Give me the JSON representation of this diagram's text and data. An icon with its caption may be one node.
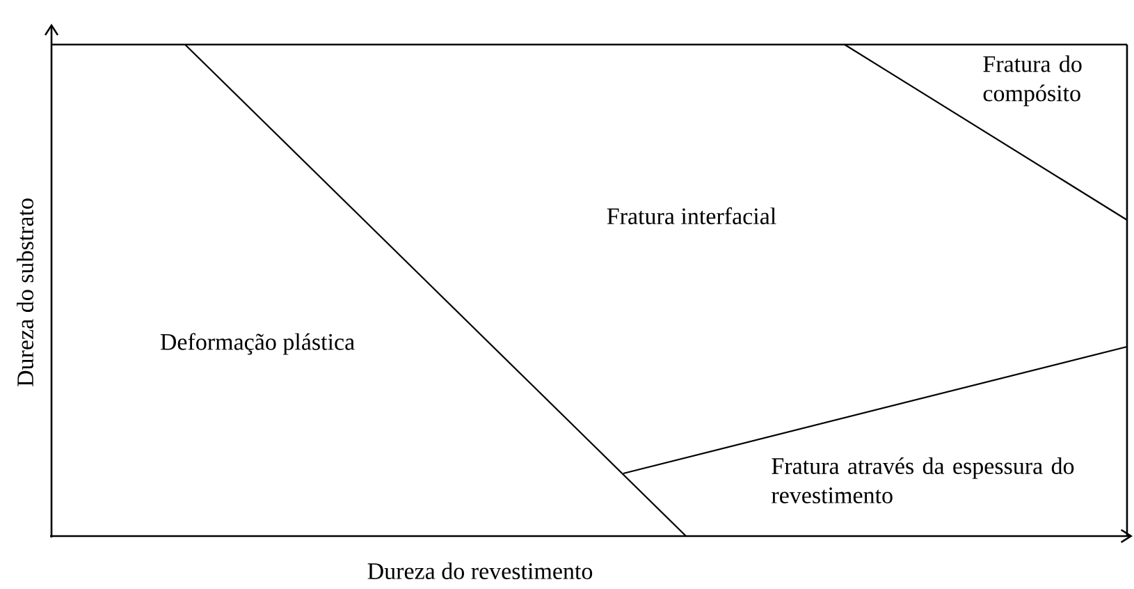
{
  "diagram": {
    "labels": [
      "Fratura do compósito",
      "Dureza do substrato",
      "Fratura interfacial",
      "Deformação plástica",
      "Fratura através da espessura do revestimento",
      "Dureza do revestimento"
    ]
  }
}
